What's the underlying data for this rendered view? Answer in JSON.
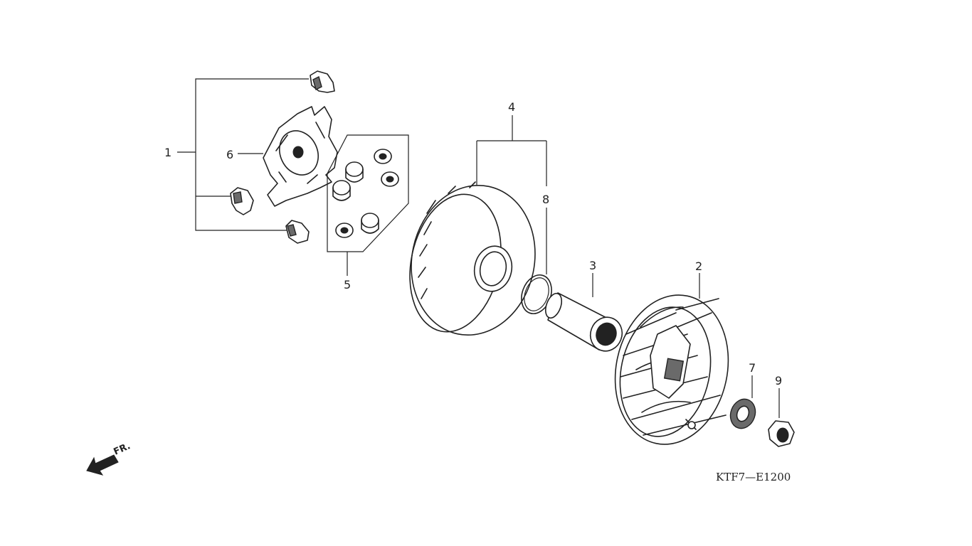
{
  "callouts": {
    "c1": "1",
    "c2": "2",
    "c3": "3",
    "c4": "4",
    "c5": "5",
    "c6": "6",
    "c7": "7",
    "c8": "8",
    "c9": "9"
  },
  "front_marker": "FR.",
  "drawing_code": "KTF7—E1200"
}
